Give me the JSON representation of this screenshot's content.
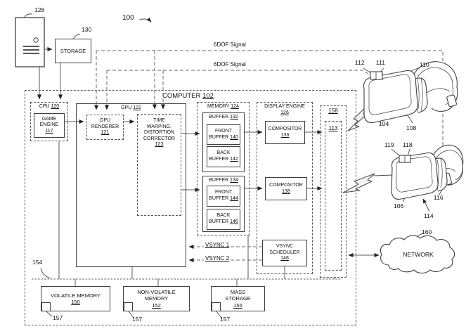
{
  "colors": {
    "ink": "#3f3f3f",
    "line": "#5a5a5a",
    "text": "#111111",
    "background": "#ffffff"
  },
  "figure": {
    "ref": "100"
  },
  "external": {
    "tower_ref": "128",
    "storage": {
      "label": "STORAGE",
      "ref": "130"
    },
    "bus_ref": "154",
    "network": {
      "label": "NETWORK",
      "ref": "160"
    }
  },
  "signals": {
    "sixdof_1": "6DOF Signal",
    "sixdof_2": "6DOF Signal",
    "vsync_1": "VSYNC 1",
    "vsync_2": "VSYNC 2"
  },
  "computer": {
    "label": "COMPUTER",
    "ref": "102"
  },
  "cpu": {
    "label": "CPU",
    "ref": "120",
    "game_engine": {
      "line1": "GAME",
      "line2": "ENGINE",
      "ref": "117"
    }
  },
  "gpu": {
    "label": "GPU",
    "ref": "122",
    "renderer": {
      "line1": "GPU",
      "line2": "RENDERER",
      "ref": "121"
    },
    "time_warper": {
      "line1": "TIME",
      "line2": "WARPING,",
      "line3": "DISTORTION",
      "line4": "CORRECTOR",
      "ref": "123"
    }
  },
  "memory": {
    "label": "MEMORY",
    "ref": "124",
    "buffer_a": {
      "label": "BUFFER",
      "ref": "132",
      "front": {
        "line1": "FRONT",
        "line2": "BUFFER",
        "ref": "140"
      },
      "back": {
        "line1": "BACK",
        "line2": "BUFFER",
        "ref": "142"
      }
    },
    "buffer_b": {
      "label": "BUFFER",
      "ref": "134",
      "front": {
        "line1": "FRONT",
        "line2": "BUFFER",
        "ref": "144"
      },
      "back": {
        "line1": "BACK",
        "line2": "BUFFER",
        "ref": "146"
      }
    }
  },
  "display_engine": {
    "label": "DISPLAY ENGINE",
    "ref": "126",
    "compositor_a": {
      "label": "COMPOSITOR",
      "ref": "136"
    },
    "compositor_b": {
      "label": "COMPOSITOR",
      "ref": "138"
    },
    "vsync_scheduler": {
      "line1": "VSYNC",
      "line2": "SCHEDULER",
      "ref": "148"
    }
  },
  "panel": {
    "ref": "158"
  },
  "display": {
    "ref": "113"
  },
  "bottom_row": {
    "volatile": {
      "line1": "VOLATILE MEMORY",
      "ref": "150"
    },
    "nonvolatile": {
      "line1": "NON-VOLATILE",
      "line2": "MEMORY",
      "ref": "152"
    },
    "mass": {
      "line1": "MASS",
      "line2": "STORAGE",
      "ref": "156"
    },
    "port_ref_1": "157",
    "port_ref_2": "157",
    "port_ref_3": "157"
  },
  "headset1": {
    "body": "104",
    "pointer": "108",
    "strap": "110",
    "sensor_right": "111",
    "sensor_left": "112"
  },
  "headset2": {
    "body": "106",
    "pointer": "114",
    "strap": "116",
    "sensor_right": "118",
    "sensor_left": "119"
  }
}
